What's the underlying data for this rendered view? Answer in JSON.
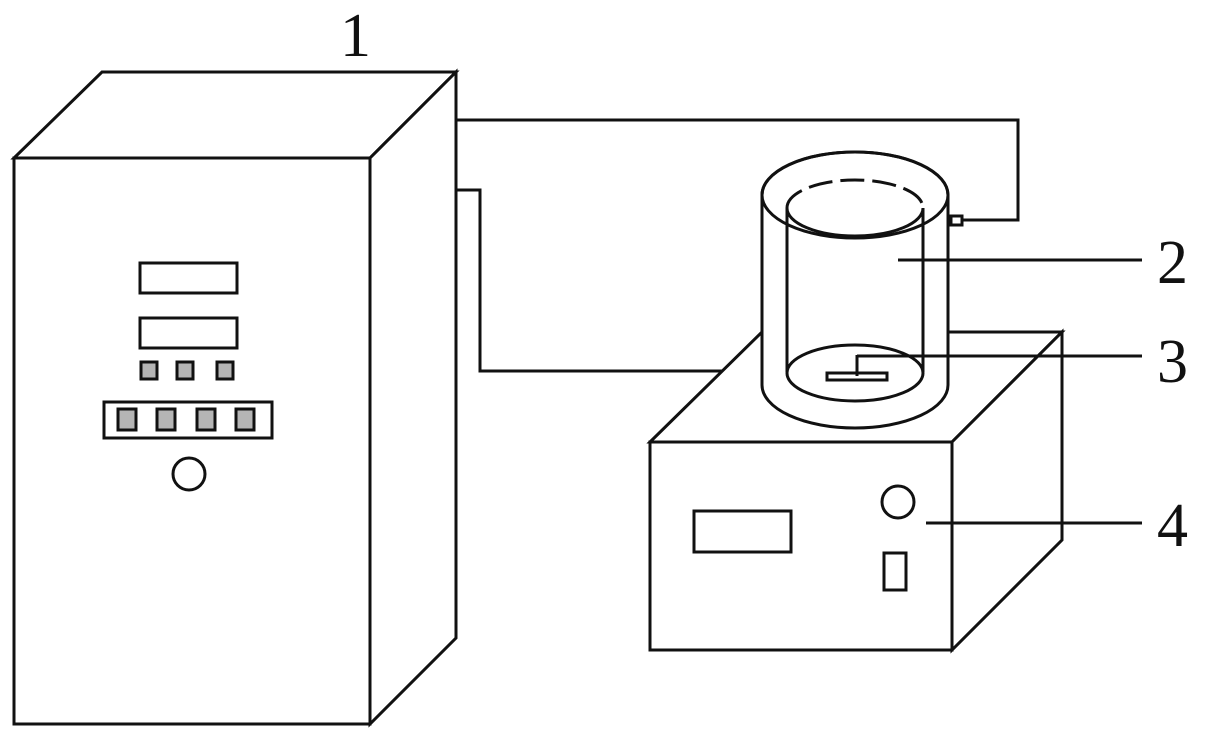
{
  "diagram": {
    "labels": {
      "control_cabinet": "1",
      "cylinder_vessel": "2",
      "stirrer": "3",
      "base_unit": "4"
    },
    "colors": {
      "stroke": "#111111",
      "button_fill": "#b5b5b5",
      "background": "#ffffff"
    }
  }
}
